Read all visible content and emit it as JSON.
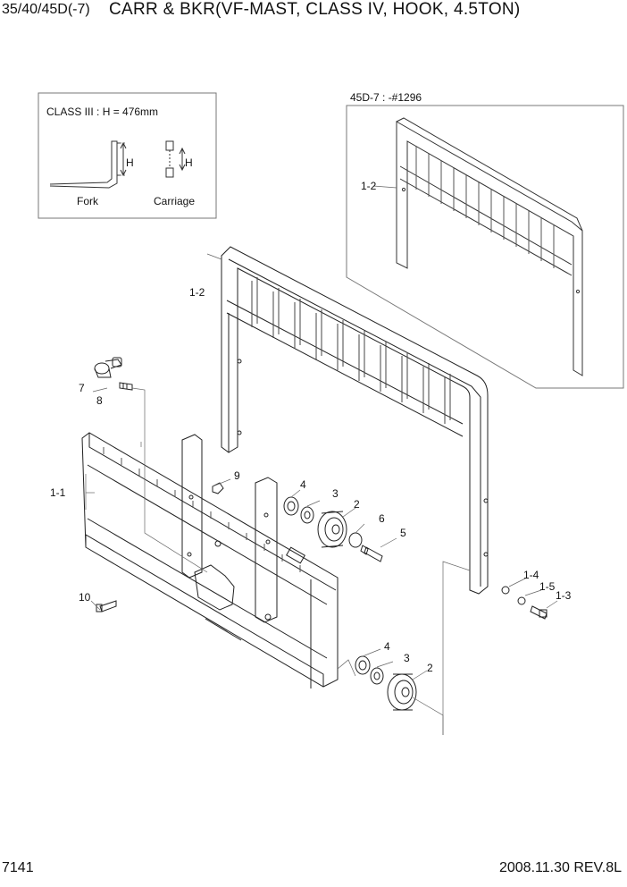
{
  "header": {
    "model": "35/40/45D(-7)",
    "title": "CARR & BKR(VF-MAST, CLASS IV, HOOK, 4.5TON)"
  },
  "footer": {
    "page_number": "7141",
    "date_rev": "2008.11.30  REV.8L"
  },
  "inset_class": {
    "title": "CLASS III : H = 476mm",
    "dim_label": "H",
    "fork_label": "Fork",
    "carriage_label": "Carriage"
  },
  "inset_variant": {
    "title": "45D-7 : -#1296",
    "part_label": "1-2"
  },
  "callouts": {
    "c1_2": "1-2",
    "c7": "7",
    "c8": "8",
    "c9": "9",
    "c1_1": "1-1",
    "c4a": "4",
    "c3a": "3",
    "c2a": "2",
    "c6": "6",
    "c5": "5",
    "c10": "10",
    "c1_4": "1-4",
    "c1_5": "1-5",
    "c1_3": "1-3",
    "c4b": "4",
    "c3b": "3",
    "c2b": "2"
  }
}
